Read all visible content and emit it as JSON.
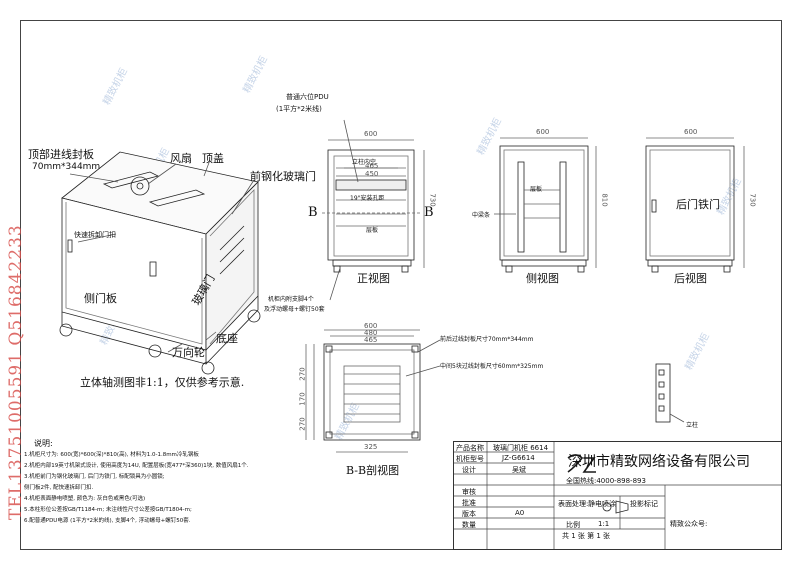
{
  "iso": {
    "top_inlet": "顶部进线封板",
    "top_inlet_size": "70mm*344mm",
    "fan": "风扇",
    "top_cover": "顶盖",
    "front_glass": "前钢化玻璃门",
    "quick_lock": "快速拆卸门扣",
    "side_panel": "侧门板",
    "glass_door": "玻璃门",
    "base": "底座",
    "caster": "万向轮",
    "caption": "立体轴测图非1:1，仅供参考示意."
  },
  "front": {
    "pdu": "普通六位PDU",
    "pdu_sub": "(1平方*2米线)",
    "post_clear": "立柱内空",
    "rack_19": "19\"安装孔距",
    "shelf": "层板",
    "w600": "600",
    "w465": "465",
    "w450": "450",
    "h730": "730",
    "B": "B",
    "title": "正视图",
    "bracket_note_1": "机柜内附支脚4个",
    "bracket_note_2": "及浮动螺母+螺钉50套"
  },
  "side": {
    "w600": "600",
    "h810": "810",
    "shelf": "层板",
    "mid_bar": "中梁条",
    "title": "侧视图"
  },
  "rear": {
    "w600": "600",
    "h730": "730",
    "door": "后门铁门",
    "title": "后视图"
  },
  "section": {
    "w600": "600",
    "w480": "480",
    "w465": "465",
    "d_dims": [
      "270",
      "170",
      "270"
    ],
    "w325": "325",
    "note_top": "前后过线封板尺寸70mm*344mm",
    "note_mid": "中间5块过线封板尺寸60mm*325mm",
    "title": "B-B剖视图"
  },
  "post": {
    "label": "立柱"
  },
  "notes": {
    "heading": "说明:",
    "lines": [
      "1.机柜尺寸为: 600(宽)*600(深)*810(高), 材料为1.0-1.8mm冷轧钢板",
      "2.机柜内部19英寸机架式设计, 使用高度为14U, 配置层板(宽477*深360)1块, 数值风扇1个.",
      "3.机柜前门为钢化玻璃门, 后门为铁门, 标配锁具为小圆锁;",
      "  侧门板2件, 配快速拆卸门扣.",
      "4.机柜表面静电喷塑, 颜色为: 灰白色或黑色(可选)",
      "5.本柱形位公差按GB/T1184-m; 未注线性尺寸公差按GB/T1804-m;",
      "6.配普通PDU电源 (1平方*2米的线), 支脚4个, 浮动螺母+螺钉50套."
    ]
  },
  "title_block": {
    "product_name_label": "产品名称",
    "product_name": "玻璃门机柜 6614",
    "model_label": "机柜型号",
    "model": "JZ-G6614",
    "design_label": "设计",
    "designer": "吴斌",
    "review_label": "审核",
    "approve_label": "批准",
    "version_label": "版本",
    "version": "A0",
    "qty_label": "数量",
    "company": "深圳市精致网络设备有限公司",
    "hotline": "全国热线:4000-898-893",
    "surface_label": "表面处理:",
    "surface": "静电喷涂",
    "projection_label": "投影标记",
    "scale_label": "比例",
    "scale": "1:1",
    "sheets": "共 1 张  第 1 张",
    "wechat_label": "精致公众号:"
  },
  "watermark": {
    "brand": "精致机柜",
    "tel_side": "TEL13751005591 Q516842233"
  }
}
